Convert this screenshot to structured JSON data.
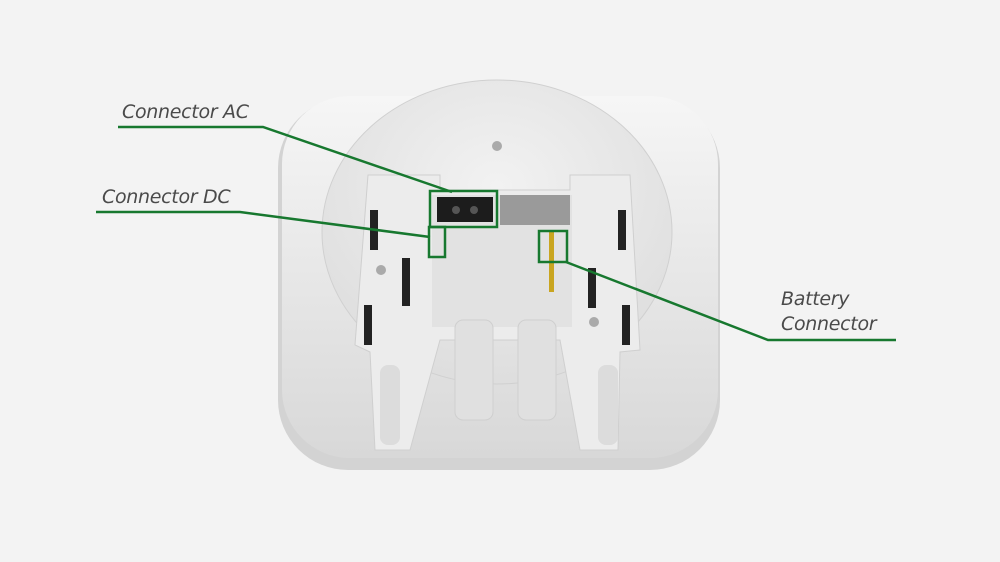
{
  "callouts": [
    {
      "id": "ac",
      "label": "Connector AC"
    },
    {
      "id": "dc",
      "label": "Connector DC"
    },
    {
      "id": "battery",
      "label_line1": "Battery",
      "label_line2": "Connector"
    }
  ],
  "colors": {
    "accent": "#17782f",
    "background": "#f3f3f3",
    "device": "#e9e9e9"
  }
}
